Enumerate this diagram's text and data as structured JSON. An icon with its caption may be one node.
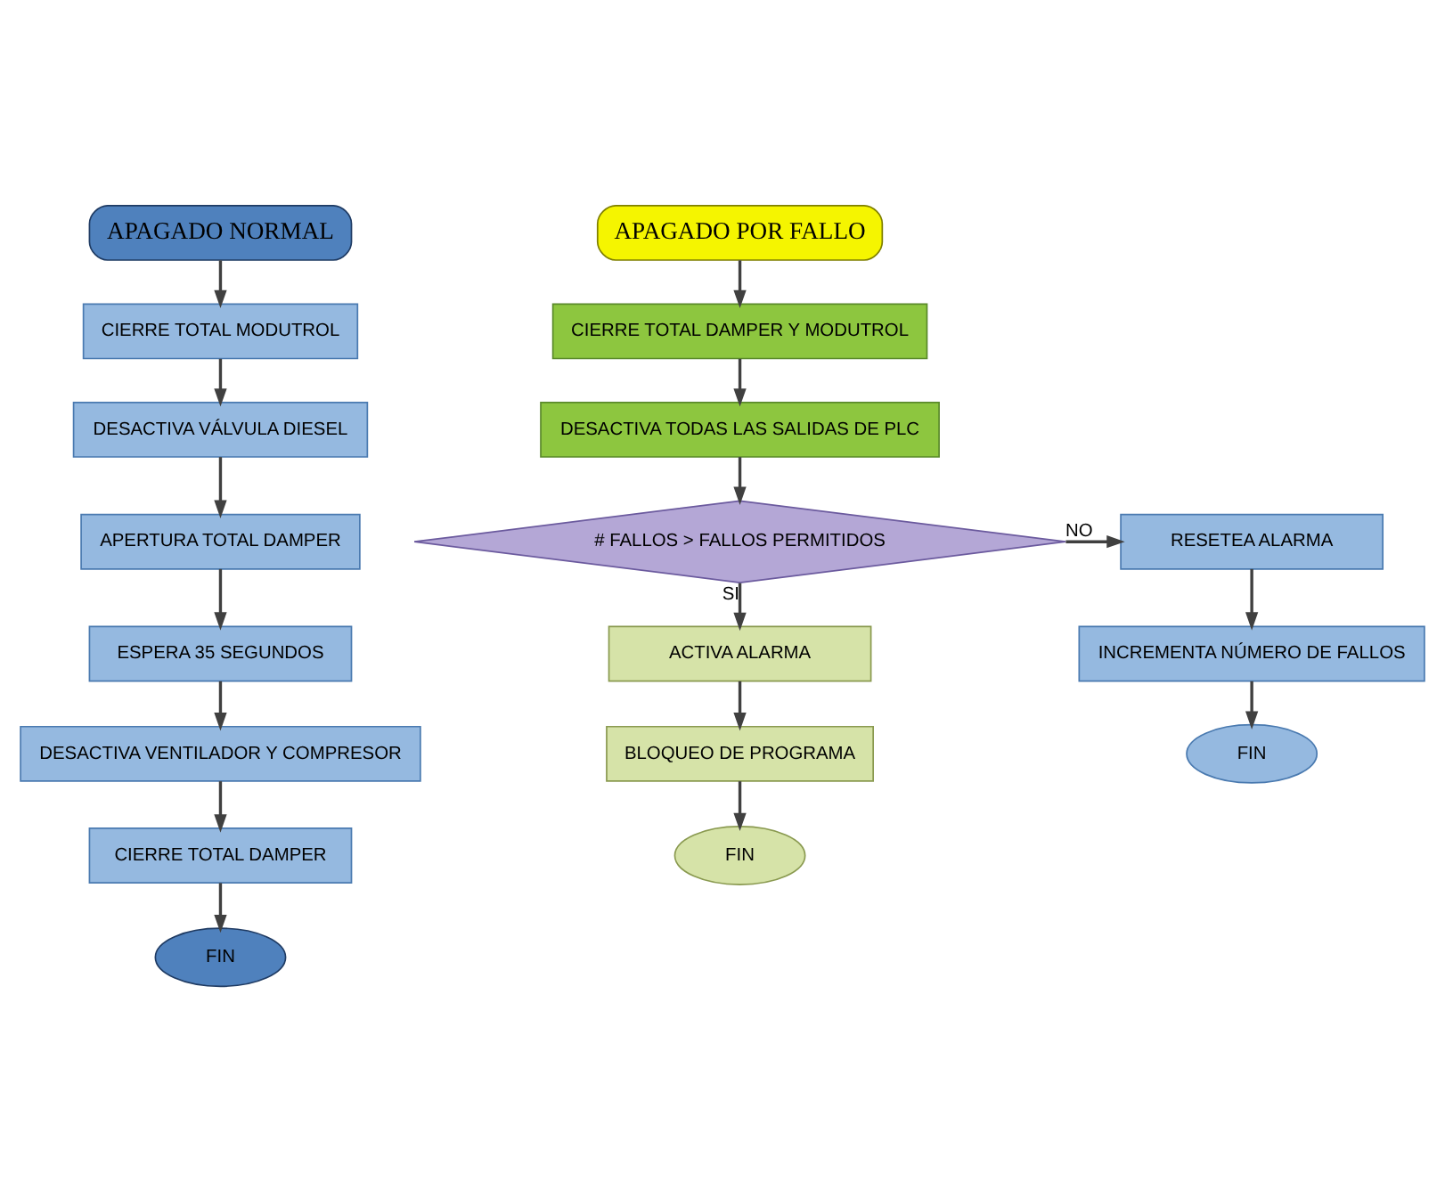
{
  "diagram": {
    "nodes": [
      {
        "text": [
          "APAGADO NORMAL"
        ]
      },
      {
        "text": [
          "CIERRE TOTAL MODUTROL"
        ]
      },
      {
        "text": [
          "DESACTIVA VÁLVULA DIESEL"
        ]
      },
      {
        "text": [
          "APERTURA TOTAL DAMPER"
        ]
      },
      {
        "text": [
          "ESPERA 35 SEGUNDOS"
        ]
      },
      {
        "text": [
          "DESACTIVA VENTILADOR Y COMPRESOR"
        ]
      },
      {
        "text": [
          "CIERRE TOTAL DAMPER"
        ]
      },
      {
        "text": [
          "FIN"
        ]
      },
      {
        "text": [
          "APAGADO POR FALLO"
        ]
      },
      {
        "text": [
          "CIERRE TOTAL DAMPER Y MODUTROL"
        ]
      },
      {
        "text": [
          "DESACTIVA TODAS LAS SALIDAS DE PLC"
        ]
      },
      {
        "text": [
          "# FALLOS > FALLOS PERMITIDOS"
        ]
      },
      {
        "text": [
          "RESETEA ALARMA"
        ]
      },
      {
        "text": [
          "ACTIVA ALARMA"
        ]
      },
      {
        "text": [
          "INCREMENTA NÚMERO DE FALLOS"
        ]
      },
      {
        "text": [
          "BLOQUEO DE PROGRAMA"
        ]
      },
      {
        "text": [
          "FIN"
        ]
      },
      {
        "text": [
          "FIN"
        ]
      }
    ],
    "edges": [
      {
        "from": 0,
        "to": 1,
        "arrow": "to"
      },
      {
        "from": 1,
        "to": 2,
        "arrow": "to"
      },
      {
        "from": 2,
        "to": 3,
        "arrow": "to"
      },
      {
        "from": 3,
        "to": 4,
        "arrow": "to"
      },
      {
        "from": 4,
        "to": 5,
        "arrow": "to"
      },
      {
        "from": 5,
        "to": 6,
        "arrow": "to"
      },
      {
        "from": 6,
        "to": 7,
        "arrow": "to"
      },
      {
        "from": 8,
        "to": 9,
        "arrow": "to"
      },
      {
        "from": 9,
        "to": 10,
        "arrow": "to"
      },
      {
        "from": 10,
        "to": 11,
        "arrow": "to"
      },
      {
        "from": 11,
        "to": 12,
        "arrow": "to",
        "label": "NO"
      },
      {
        "from": 11,
        "to": 13,
        "arrow": "to",
        "label": "SI"
      },
      {
        "from": 12,
        "to": 14,
        "arrow": "to"
      },
      {
        "from": 14,
        "to": 17,
        "arrow": "to"
      },
      {
        "from": 13,
        "to": 15,
        "arrow": "to"
      },
      {
        "from": 15,
        "to": 16,
        "arrow": "to"
      }
    ]
  }
}
